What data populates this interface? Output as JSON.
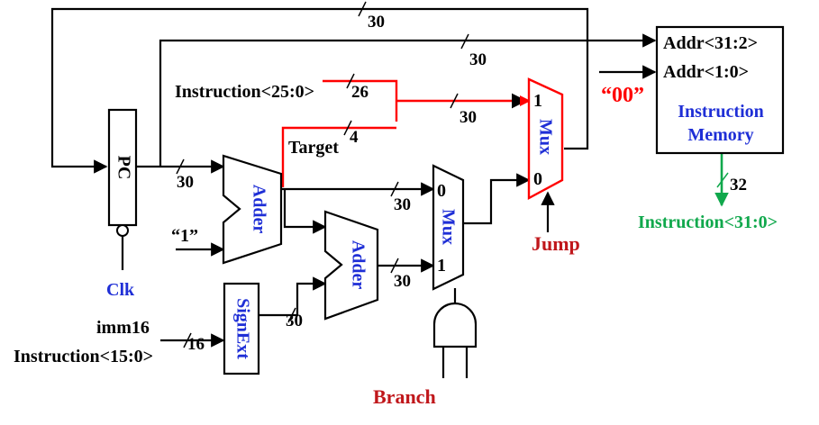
{
  "colors": {
    "wire": "#000000",
    "red_path": "#ff0000",
    "label_blue": "#1f2fd6",
    "label_red": "#c0171b",
    "green": "#10a84c"
  },
  "components": {
    "pc": "PC",
    "adder": "Adder",
    "adder2": "Adder",
    "mux_branch": "Mux",
    "mux_jump": "Mux",
    "signext": "SignExt",
    "imem_line1": "Instruction",
    "imem_line2": "Memory",
    "imem_addr_hi": "Addr<31:2>",
    "imem_addr_lo": "Addr<1:0>"
  },
  "labels": {
    "clk": "Clk",
    "one": "“1”",
    "imm16": "imm16",
    "instr_15_0": "Instruction<15:0>",
    "instr_25_0": "Instruction<25:0>",
    "target": "Target",
    "zeros": "“00”",
    "jump": "Jump",
    "branch": "Branch",
    "instr_out": "Instruction<31:0>",
    "mux_in0": "0",
    "mux_in1": "1",
    "jmux_in1": "1",
    "jmux_in0": "0"
  },
  "bus_widths": {
    "top_feedback": "30",
    "addr_feedback": "30",
    "pc_out": "30",
    "instr25": "26",
    "target": "4",
    "jump_in": "30",
    "adder_to_mux": "30",
    "adder2_to_mux": "30",
    "signext_out": "30",
    "imm16": "16",
    "imem_out": "32"
  }
}
